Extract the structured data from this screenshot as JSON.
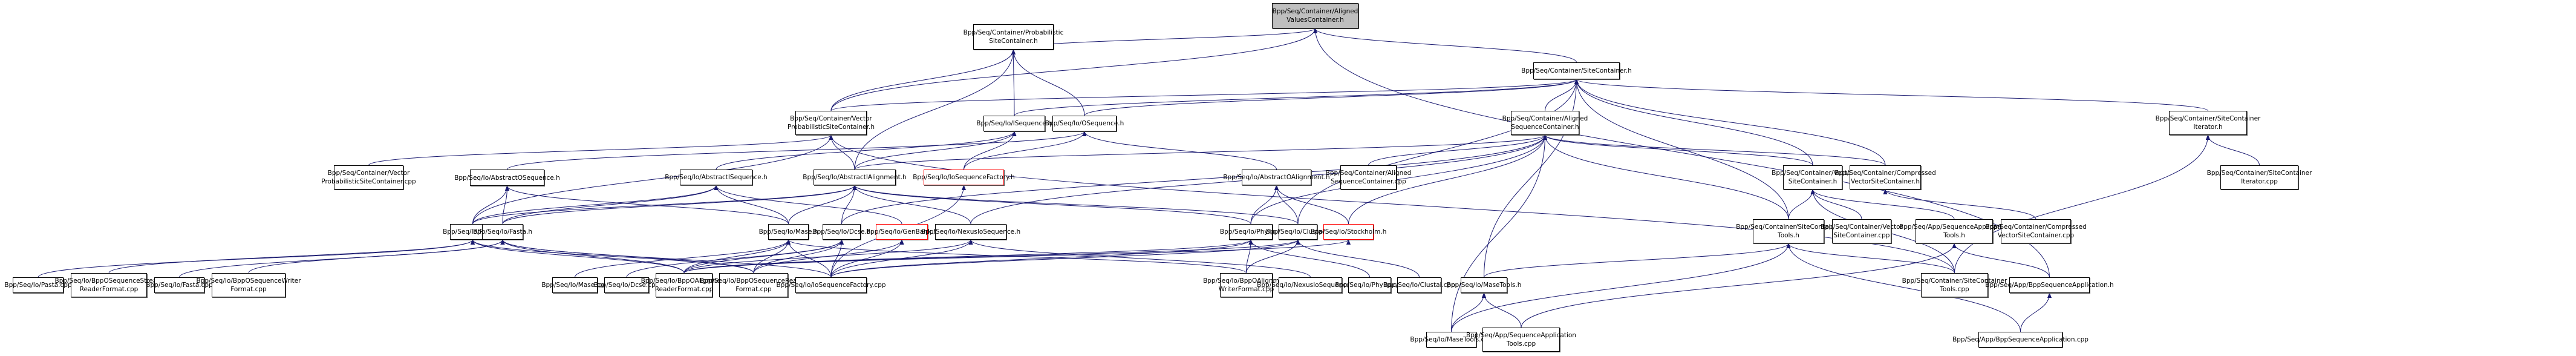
{
  "graph": {
    "title": "Bpp/Seq/Container/AlignedValuesContainer.h",
    "edge_color": "#191970",
    "root_fill": "#bfbfbf",
    "highlight_border": "#ff0000",
    "nodes": [
      {
        "id": "avc_h",
        "label": "Bpp/Seq/Container/Aligned\nValuesContainer.h",
        "kind": "root"
      },
      {
        "id": "psc_h",
        "label": "Bpp/Seq/Container/Probabilistic\nSiteContainer.h",
        "kind": "normal"
      },
      {
        "id": "sc_h",
        "label": "Bpp/Seq/Container/SiteContainer.h",
        "kind": "normal"
      },
      {
        "id": "vpsc_h",
        "label": "Bpp/Seq/Container/Vector\nProbabilisticSiteContainer.h",
        "kind": "normal"
      },
      {
        "id": "iseq_h",
        "label": "Bpp/Seq/Io/ISequence.h",
        "kind": "normal"
      },
      {
        "id": "oseq_h",
        "label": "Bpp/Seq/Io/OSequence.h",
        "kind": "normal"
      },
      {
        "id": "asc_h",
        "label": "Bpp/Seq/Container/Aligned\nSequenceContainer.h",
        "kind": "normal"
      },
      {
        "id": "sci_h",
        "label": "Bpp/Seq/Container/SiteContainer\nIterator.h",
        "kind": "normal"
      },
      {
        "id": "vpsc_cpp",
        "label": "Bpp/Seq/Container/Vector\nProbabilisticSiteContainer.cpp",
        "kind": "normal"
      },
      {
        "id": "aoseq_h",
        "label": "Bpp/Seq/Io/AbstractOSequence.h",
        "kind": "normal"
      },
      {
        "id": "aiseq_h",
        "label": "Bpp/Seq/Io/AbstractISequence.h",
        "kind": "normal"
      },
      {
        "id": "aialn_h",
        "label": "Bpp/Seq/Io/AbstractIAlignment.h",
        "kind": "normal"
      },
      {
        "id": "iosf_h",
        "label": "Bpp/Seq/Io/IoSequenceFactory.h",
        "kind": "red"
      },
      {
        "id": "aoaln_h",
        "label": "Bpp/Seq/Io/AbstractOAlignment.h",
        "kind": "normal"
      },
      {
        "id": "asc_cpp",
        "label": "Bpp/Seq/Container/Aligned\nSequenceContainer.cpp",
        "kind": "normal"
      },
      {
        "id": "vsc_h",
        "label": "Bpp/Seq/Container/Vector\nSiteContainer.h",
        "kind": "normal"
      },
      {
        "id": "cvsc_h",
        "label": "Bpp/Seq/Container/Compressed\nVectorSiteContainer.h",
        "kind": "normal"
      },
      {
        "id": "sci_cpp",
        "label": "Bpp/Seq/Container/SiteContainer\nIterator.cpp",
        "kind": "normal"
      },
      {
        "id": "pasta_h",
        "label": "Bpp/Seq/Io/Pasta.h",
        "kind": "normal"
      },
      {
        "id": "fasta_h",
        "label": "Bpp/Seq/Io/Fasta.h",
        "kind": "normal"
      },
      {
        "id": "mase_h",
        "label": "Bpp/Seq/Io/Mase.h",
        "kind": "normal"
      },
      {
        "id": "dcse_h",
        "label": "Bpp/Seq/Io/Dcse.h",
        "kind": "normal"
      },
      {
        "id": "genbank_h",
        "label": "Bpp/Seq/Io/GenBank.h",
        "kind": "red"
      },
      {
        "id": "nexus_h",
        "label": "Bpp/Seq/Io/NexusIoSequence.h",
        "kind": "normal"
      },
      {
        "id": "phylip_h",
        "label": "Bpp/Seq/Io/Phylip.h",
        "kind": "normal"
      },
      {
        "id": "clustal_h",
        "label": "Bpp/Seq/Io/Clustal.h",
        "kind": "normal"
      },
      {
        "id": "stockholm_h",
        "label": "Bpp/Seq/Io/Stockholm.h",
        "kind": "red"
      },
      {
        "id": "sct_h",
        "label": "Bpp/Seq/Container/SiteContainer\nTools.h",
        "kind": "normal"
      },
      {
        "id": "vsc_cpp",
        "label": "Bpp/Seq/Container/Vector\nSiteContainer.cpp",
        "kind": "normal"
      },
      {
        "id": "sat_h",
        "label": "Bpp/Seq/App/SequenceApplication\nTools.h",
        "kind": "normal"
      },
      {
        "id": "cvsc_cpp",
        "label": "Bpp/Seq/Container/Compressed\nVectorSiteContainer.cpp",
        "kind": "normal"
      },
      {
        "id": "pasta_cpp",
        "label": "Bpp/Seq/Io/Pasta.cpp",
        "kind": "normal"
      },
      {
        "id": "bossrf_cpp",
        "label": "Bpp/Seq/Io/BppOSequenceStream\nReaderFormat.cpp",
        "kind": "normal"
      },
      {
        "id": "fasta_cpp",
        "label": "Bpp/Seq/Io/Fasta.cpp",
        "kind": "normal"
      },
      {
        "id": "boswf_cpp",
        "label": "Bpp/Seq/Io/BppOSequenceWriter\nFormat.cpp",
        "kind": "normal"
      },
      {
        "id": "mase_cpp",
        "label": "Bpp/Seq/Io/Mase.cpp",
        "kind": "normal"
      },
      {
        "id": "dcse_cpp",
        "label": "Bpp/Seq/Io/Dcse.cpp",
        "kind": "normal"
      },
      {
        "id": "boarf_cpp",
        "label": "Bpp/Seq/Io/BppOAlignment\nReaderFormat.cpp",
        "kind": "normal"
      },
      {
        "id": "bosrf_cpp",
        "label": "Bpp/Seq/Io/BppOSequenceReader\nFormat.cpp",
        "kind": "normal"
      },
      {
        "id": "iosf_cpp",
        "label": "Bpp/Seq/Io/IoSequenceFactory.cpp",
        "kind": "normal"
      },
      {
        "id": "boawf_cpp",
        "label": "Bpp/Seq/Io/BppOAlignment\nWriterFormat.cpp",
        "kind": "normal"
      },
      {
        "id": "nexus_cpp",
        "label": "Bpp/Seq/Io/NexusIoSequence.cpp",
        "kind": "normal"
      },
      {
        "id": "phylip_cpp",
        "label": "Bpp/Seq/Io/Phylip.cpp",
        "kind": "normal"
      },
      {
        "id": "clustal_cpp",
        "label": "Bpp/Seq/Io/Clustal.cpp",
        "kind": "normal"
      },
      {
        "id": "masetools_h",
        "label": "Bpp/Seq/Io/MaseTools.h",
        "kind": "normal"
      },
      {
        "id": "sct_cpp",
        "label": "Bpp/Seq/Container/SiteContainer\nTools.cpp",
        "kind": "normal"
      },
      {
        "id": "bsa_h",
        "label": "Bpp/Seq/App/BppSequenceApplication.h",
        "kind": "normal"
      },
      {
        "id": "masetools_cpp",
        "label": "Bpp/Seq/Io/MaseTools.cpp",
        "kind": "normal"
      },
      {
        "id": "sat_cpp",
        "label": "Bpp/Seq/App/SequenceApplication\nTools.cpp",
        "kind": "normal"
      },
      {
        "id": "bsa_cpp",
        "label": "Bpp/Seq/App/BppSequenceApplication.cpp",
        "kind": "normal"
      }
    ],
    "edges": [
      [
        "psc_h",
        "avc_h"
      ],
      [
        "sc_h",
        "avc_h"
      ],
      [
        "vpsc_h",
        "avc_h"
      ],
      [
        "bsa_h",
        "avc_h"
      ],
      [
        "vpsc_h",
        "psc_h"
      ],
      [
        "iseq_h",
        "psc_h"
      ],
      [
        "oseq_h",
        "psc_h"
      ],
      [
        "aialn_h",
        "psc_h"
      ],
      [
        "asc_h",
        "sc_h"
      ],
      [
        "sci_h",
        "sc_h"
      ],
      [
        "iseq_h",
        "sc_h"
      ],
      [
        "oseq_h",
        "sc_h"
      ],
      [
        "vsc_h",
        "sc_h"
      ],
      [
        "cvsc_h",
        "sc_h"
      ],
      [
        "sct_h",
        "sc_h"
      ],
      [
        "clustal_h",
        "sc_h"
      ],
      [
        "masetools_h",
        "sc_h"
      ],
      [
        "vpsc_h",
        "sc_h"
      ],
      [
        "vpsc_cpp",
        "vpsc_h"
      ],
      [
        "aialn_h",
        "vpsc_h"
      ],
      [
        "pasta_h",
        "vpsc_h"
      ],
      [
        "sct_cpp",
        "vpsc_h"
      ],
      [
        "aiseq_h",
        "iseq_h"
      ],
      [
        "aialn_h",
        "iseq_h"
      ],
      [
        "iosf_h",
        "iseq_h"
      ],
      [
        "aoseq_h",
        "oseq_h"
      ],
      [
        "aoaln_h",
        "oseq_h"
      ],
      [
        "iosf_h",
        "oseq_h"
      ],
      [
        "vsc_h",
        "asc_h"
      ],
      [
        "cvsc_h",
        "asc_h"
      ],
      [
        "asc_cpp",
        "asc_h"
      ],
      [
        "sct_h",
        "asc_h"
      ],
      [
        "stockholm_h",
        "asc_h"
      ],
      [
        "phylip_h",
        "asc_h"
      ],
      [
        "aialn_h",
        "asc_h"
      ],
      [
        "dcse_h",
        "asc_h"
      ],
      [
        "masetools_cpp",
        "asc_h"
      ],
      [
        "nexus_h",
        "asc_h"
      ],
      [
        "sci_cpp",
        "sci_h"
      ],
      [
        "sct_cpp",
        "sci_h"
      ],
      [
        "pasta_h",
        "aoseq_h"
      ],
      [
        "fasta_h",
        "aoseq_h"
      ],
      [
        "mase_h",
        "aoseq_h"
      ],
      [
        "pasta_h",
        "aiseq_h"
      ],
      [
        "fasta_h",
        "aiseq_h"
      ],
      [
        "mase_h",
        "aiseq_h"
      ],
      [
        "genbank_h",
        "aiseq_h"
      ],
      [
        "pasta_h",
        "aialn_h"
      ],
      [
        "fasta_h",
        "aialn_h"
      ],
      [
        "mase_h",
        "aialn_h"
      ],
      [
        "dcse_h",
        "aialn_h"
      ],
      [
        "nexus_h",
        "aialn_h"
      ],
      [
        "phylip_h",
        "aialn_h"
      ],
      [
        "clustal_h",
        "aialn_h"
      ],
      [
        "iosf_cpp",
        "iosf_h"
      ],
      [
        "phylip_h",
        "aoaln_h"
      ],
      [
        "clustal_h",
        "aoaln_h"
      ],
      [
        "stockholm_h",
        "aoaln_h"
      ],
      [
        "sct_h",
        "vsc_h"
      ],
      [
        "vsc_cpp",
        "vsc_h"
      ],
      [
        "sat_h",
        "vsc_h"
      ],
      [
        "sct_cpp",
        "vsc_h"
      ],
      [
        "cvsc_cpp",
        "cvsc_h"
      ],
      [
        "pasta_cpp",
        "pasta_h"
      ],
      [
        "bossrf_cpp",
        "pasta_h"
      ],
      [
        "boarf_cpp",
        "pasta_h"
      ],
      [
        "bosrf_cpp",
        "pasta_h"
      ],
      [
        "fasta_cpp",
        "fasta_h"
      ],
      [
        "boswf_cpp",
        "fasta_h"
      ],
      [
        "boarf_cpp",
        "fasta_h"
      ],
      [
        "bosrf_cpp",
        "fasta_h"
      ],
      [
        "iosf_cpp",
        "fasta_h"
      ],
      [
        "mase_cpp",
        "mase_h"
      ],
      [
        "boarf_cpp",
        "mase_h"
      ],
      [
        "bosrf_cpp",
        "mase_h"
      ],
      [
        "iosf_cpp",
        "mase_h"
      ],
      [
        "boawf_cpp",
        "mase_h"
      ],
      [
        "dcse_cpp",
        "dcse_h"
      ],
      [
        "boarf_cpp",
        "dcse_h"
      ],
      [
        "bosrf_cpp",
        "dcse_h"
      ],
      [
        "iosf_cpp",
        "dcse_h"
      ],
      [
        "bosrf_cpp",
        "genbank_h"
      ],
      [
        "iosf_cpp",
        "genbank_h"
      ],
      [
        "nexus_cpp",
        "nexus_h"
      ],
      [
        "boarf_cpp",
        "nexus_h"
      ],
      [
        "iosf_cpp",
        "nexus_h"
      ],
      [
        "phylip_cpp",
        "phylip_h"
      ],
      [
        "boarf_cpp",
        "phylip_h"
      ],
      [
        "boawf_cpp",
        "phylip_h"
      ],
      [
        "iosf_cpp",
        "phylip_h"
      ],
      [
        "clustal_cpp",
        "clustal_h"
      ],
      [
        "boarf_cpp",
        "clustal_h"
      ],
      [
        "boawf_cpp",
        "clustal_h"
      ],
      [
        "iosf_cpp",
        "clustal_h"
      ],
      [
        "boarf_cpp",
        "stockholm_h"
      ],
      [
        "masetools_h",
        "sct_h"
      ],
      [
        "sct_cpp",
        "sct_h"
      ],
      [
        "bsa_cpp",
        "sct_h"
      ],
      [
        "masetools_cpp",
        "sct_h"
      ],
      [
        "bsa_h",
        "sat_h"
      ],
      [
        "sat_cpp",
        "sat_h"
      ],
      [
        "masetools_cpp",
        "masetools_h"
      ],
      [
        "sat_cpp",
        "masetools_h"
      ],
      [
        "bsa_cpp",
        "bsa_h"
      ]
    ]
  }
}
